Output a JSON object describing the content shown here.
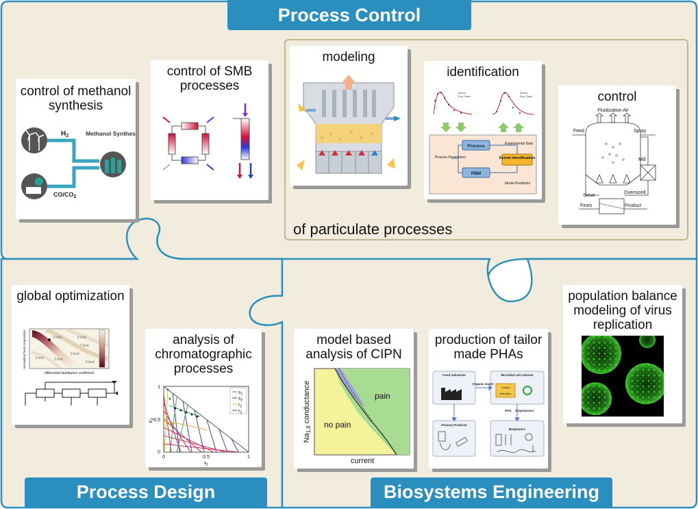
{
  "banners": {
    "process_control": "Process Control",
    "process_design": "Process Design",
    "biosystems": "Biosystems Engineering"
  },
  "particulate": {
    "caption": "of particulate processes"
  },
  "cards": {
    "methanol": {
      "title": "control of methanol synthesis",
      "h2": "H",
      "h2_sub": "2",
      "co": "CO/CO",
      "co_sub": "2",
      "product": "Methanol Synthesis"
    },
    "smb": {
      "title": "control of SMB processes"
    },
    "modeling": {
      "title": "modeling"
    },
    "identification": {
      "title": "identification",
      "legend1": "Model",
      "legend2": "Exp. Data",
      "process": "Process",
      "pbm": "PBM",
      "params": "Process Parameters",
      "exp_data": "Experimental Data",
      "kernel": "Kernel Identification",
      "model_pred": "Model Prediction"
    },
    "control": {
      "title": "control",
      "fluid_air": "Fluidization Air",
      "feed": "Feed",
      "spray": "Spray",
      "mill": "Mill",
      "sieve": "Sieve",
      "oversized": "Oversized",
      "fines": "Fines",
      "product": "Product"
    },
    "global_opt": {
      "title": "global optimization",
      "xlabel": "differential distribution coefficient",
      "ylabel": "normalized feed composition",
      "labels": [
        "9 bnd",
        "8 bnd",
        "7 bnd",
        "6 bnd",
        "1 bnd",
        "2 bnd",
        "5 bnd"
      ]
    },
    "chromatographic": {
      "title": "analysis of chromatographic processes",
      "ylabel": "x",
      "ylabel_sub": "2",
      "xlabel": "x",
      "xlabel_sub": "1",
      "ticks_y": [
        "1",
        "0.5",
        "0"
      ],
      "ticks_x": [
        "0",
        "0.5",
        "1"
      ],
      "legend": [
        "s",
        "s",
        "r",
        "r"
      ],
      "legend_sub": [
        "1",
        "2",
        "1",
        "2"
      ]
    },
    "cipn": {
      "title": "model based analysis of CIPN",
      "ylabel": "Na",
      "ylabel_sub": "1,8",
      "ylabel_rest": " conductance",
      "xlabel": "current",
      "pain": "pain",
      "no_pain": "no pain"
    },
    "pha": {
      "title": "production of tailor made PHAs",
      "food": "Food industries",
      "organic": "Organic waste",
      "microbial": "Microbial cell cultures",
      "control": "Control",
      "actuation": "Actuation",
      "pha": "PHA",
      "biopolymers": "Biopolymers",
      "primary": "Primary Products",
      "bioplastics": "Bioplastics"
    },
    "virus": {
      "title": "population balance modeling of virus replication"
    }
  },
  "colors": {
    "banner": "#2a8fbf",
    "region_bg": "#f1ecdd",
    "region_border": "#2a8fbf",
    "particulate_border": "#c2b58d"
  }
}
